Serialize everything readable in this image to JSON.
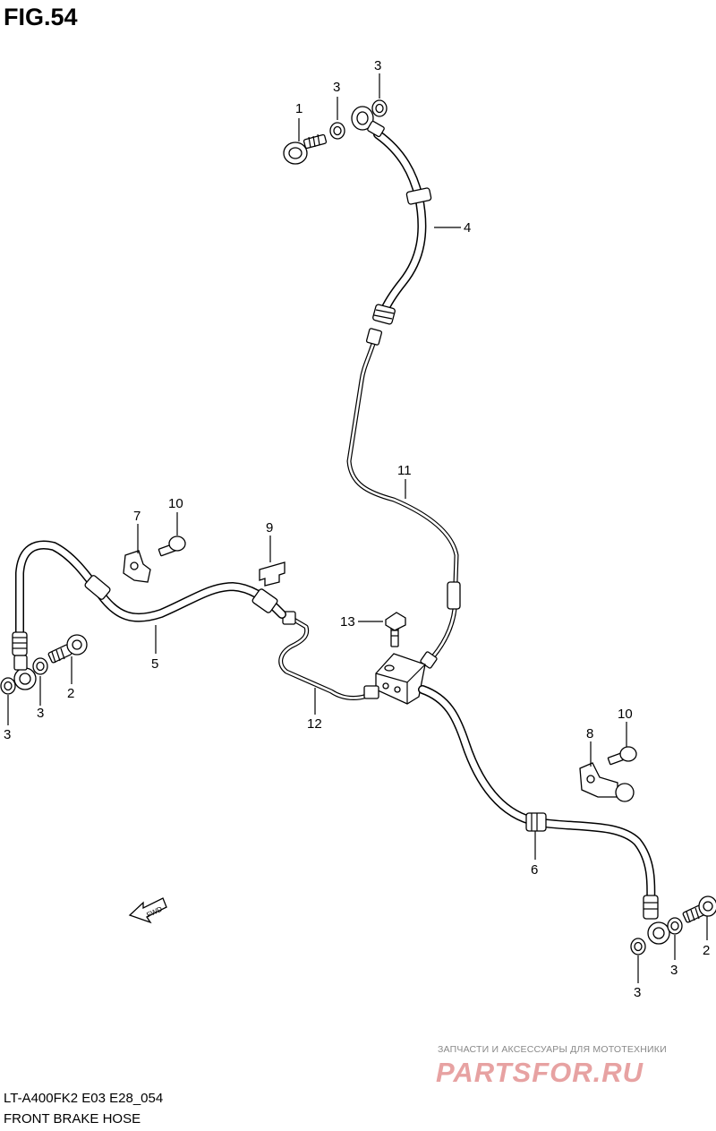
{
  "figure": {
    "title": "FIG.54",
    "model_code": "LT-A400FK2 E03 E28_054",
    "name": "FRONT BRAKE HOSE"
  },
  "callouts": {
    "c1": "1",
    "c2_left": "2",
    "c2_right": "2",
    "c3_top_a": "3",
    "c3_top_b": "3",
    "c3_left_a": "3",
    "c3_left_b": "3",
    "c3_right_a": "3",
    "c3_right_b": "3",
    "c4": "4",
    "c5": "5",
    "c6": "6",
    "c7": "7",
    "c8": "8",
    "c9": "9",
    "c10_left": "10",
    "c10_right": "10",
    "c11": "11",
    "c12": "12",
    "c13": "13"
  },
  "direction_marker": "FWD",
  "watermark": {
    "tagline": "ЗАПЧАСТИ И АКСЕССУАРЫ ДЛЯ МОТОТЕХНИКИ",
    "logo": "PARTSFOR.RU",
    "color": "#e7a2a2"
  },
  "icons": {
    "banjo_bolt": "banjo-bolt-icon",
    "washer": "washer-icon",
    "bracket": "hose-bracket-icon",
    "clamp": "hose-clamp-icon",
    "joint": "brake-joint-icon"
  }
}
